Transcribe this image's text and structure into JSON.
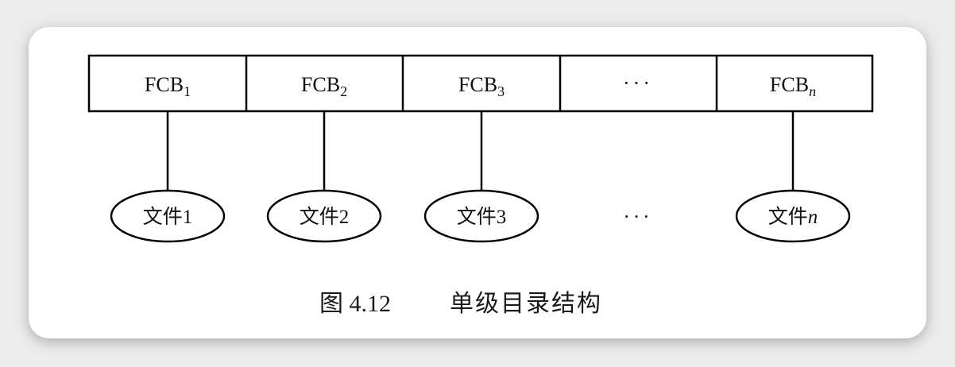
{
  "fcb_table": {
    "cells": [
      {
        "base": "FCB",
        "sub": "1"
      },
      {
        "base": "FCB",
        "sub": "2"
      },
      {
        "base": "FCB",
        "sub": "3"
      },
      {
        "base": "···",
        "sub": ""
      },
      {
        "base": "FCB",
        "sub": "n"
      }
    ]
  },
  "files": [
    {
      "prefix": "文件",
      "num": "1"
    },
    {
      "prefix": "文件",
      "num": "2"
    },
    {
      "prefix": "文件",
      "num": "3"
    },
    {
      "prefix": "···",
      "num": ""
    },
    {
      "prefix": "文件",
      "num": "n"
    }
  ],
  "caption": {
    "figure_number": "图 4.12",
    "title": "单级目录结构"
  }
}
